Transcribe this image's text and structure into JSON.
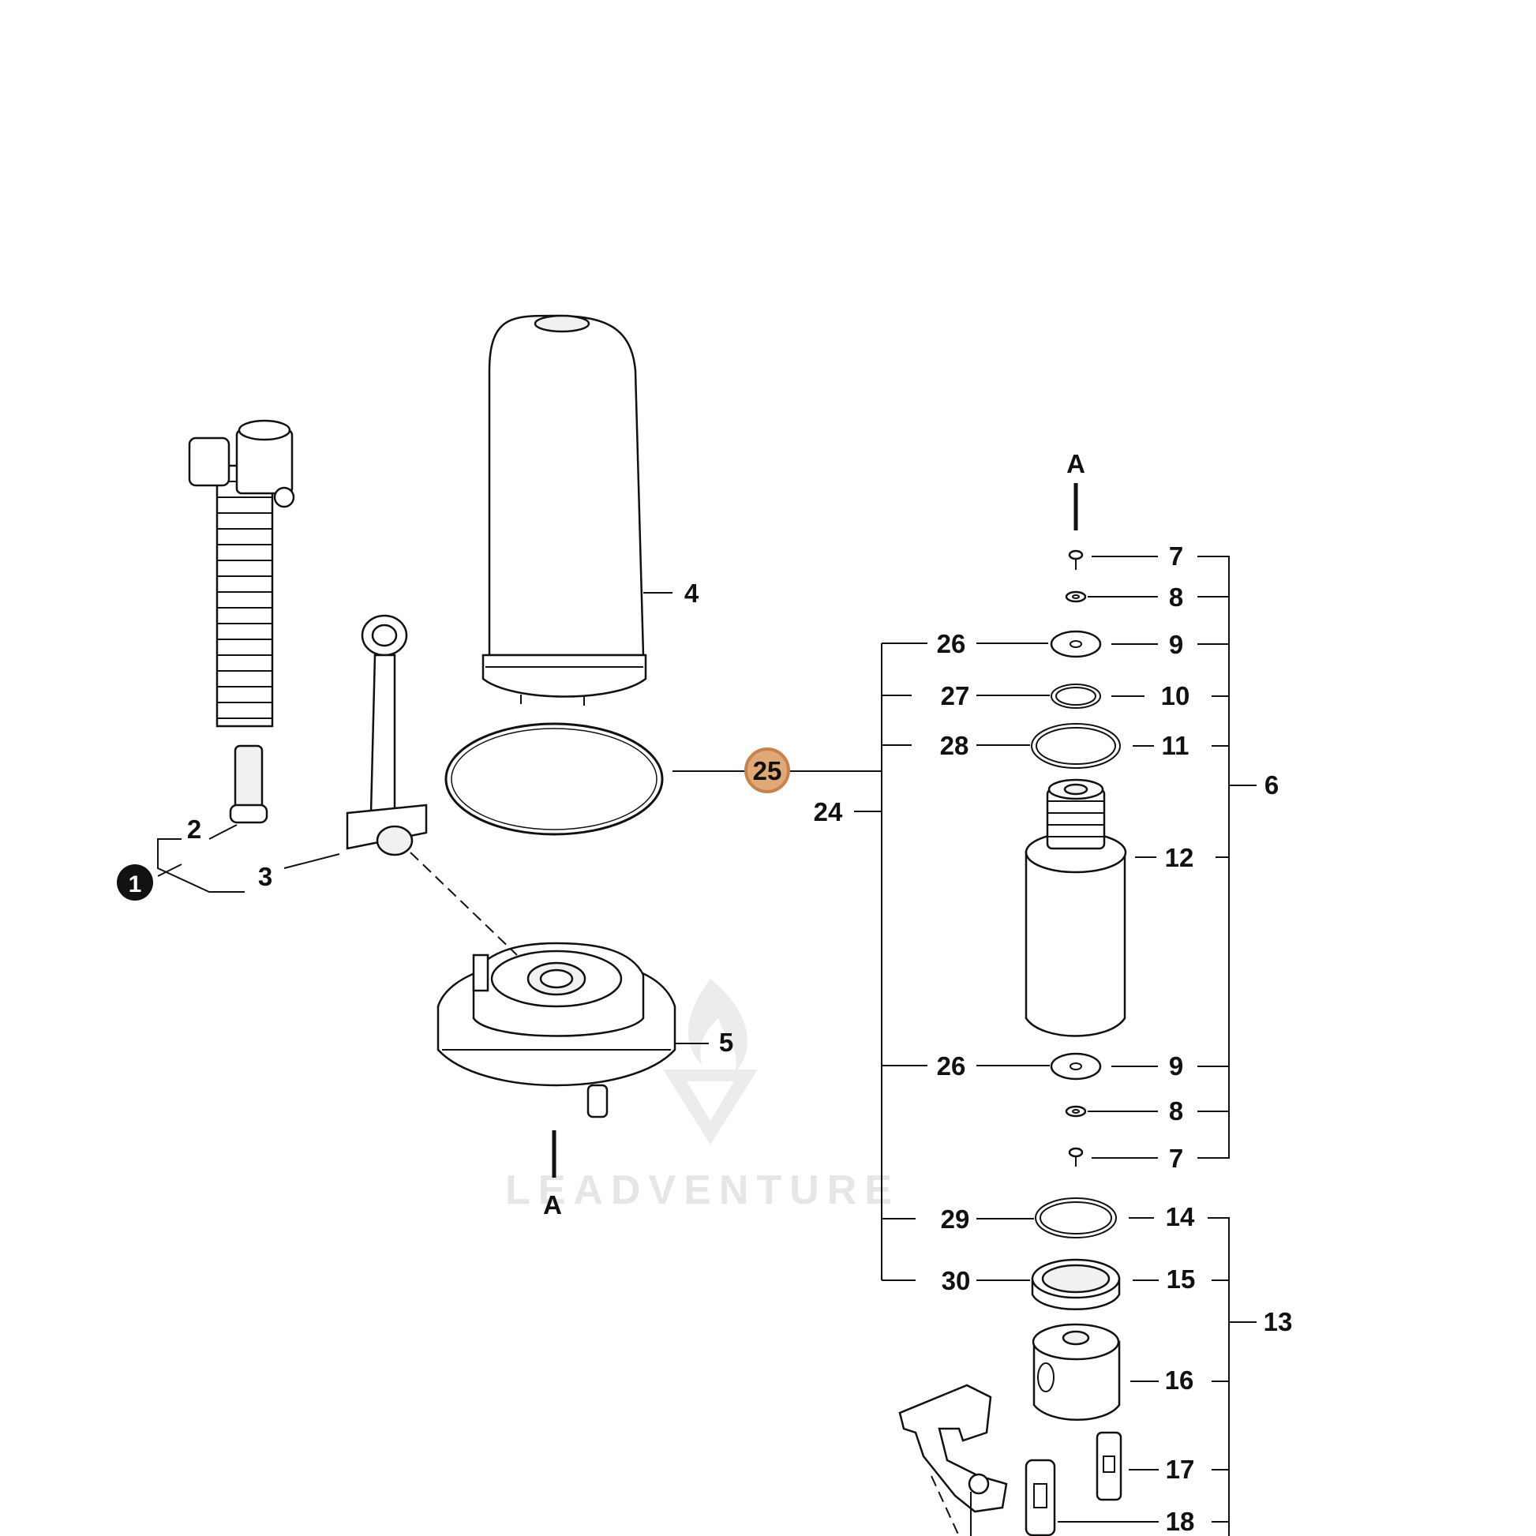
{
  "callouts": {
    "c1": "1",
    "c2": "2",
    "c3": "3",
    "c4": "4",
    "c5": "5",
    "c6": "6",
    "c7a": "7",
    "c7b": "7",
    "c8a": "8",
    "c8b": "8",
    "c9a": "9",
    "c9b": "9",
    "c10": "10",
    "c11": "11",
    "c12": "12",
    "c13": "13",
    "c14": "14",
    "c15": "15",
    "c16": "16",
    "c17": "17",
    "c18": "18",
    "c24": "24",
    "c25": "25",
    "c26a": "26",
    "c26b": "26",
    "c27": "27",
    "c28": "28",
    "c29": "29",
    "c30": "30"
  },
  "connectors": {
    "top": "A",
    "bottom": "A"
  },
  "watermark": "LEADVENTURE",
  "colors": {
    "highlight_fill": "#e0a874",
    "highlight_stroke": "#c7824a",
    "line": "#111111"
  }
}
